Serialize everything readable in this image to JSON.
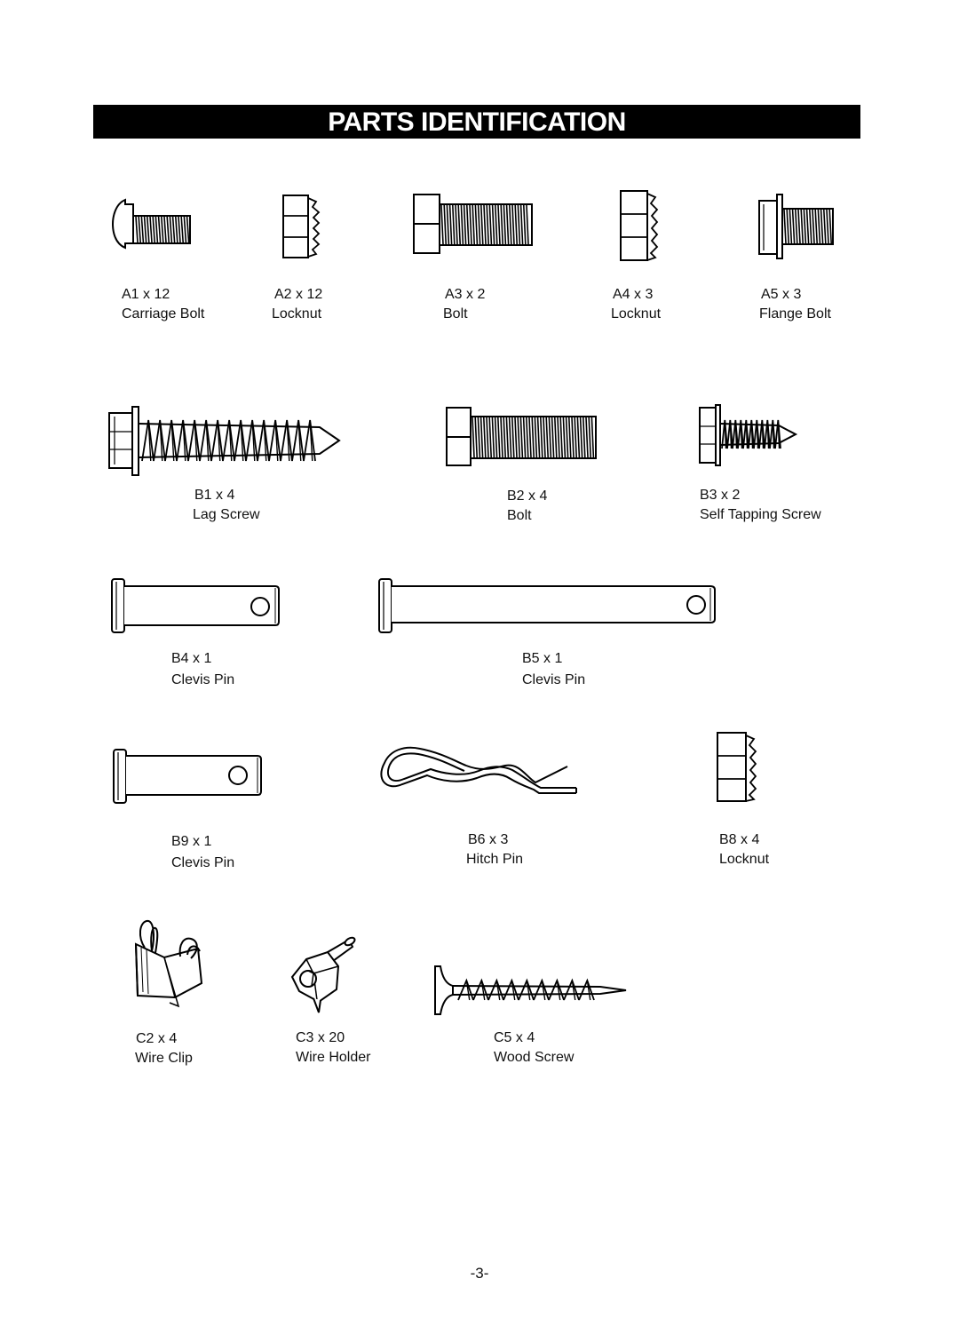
{
  "page": {
    "title": "PARTS IDENTIFICATION",
    "page_number": "-3-"
  },
  "parts": [
    {
      "qty": "A1 x 12",
      "name": "Carriage Bolt",
      "icon": "carriage-bolt-icon"
    },
    {
      "qty": "A2 x 12",
      "name": "Locknut",
      "icon": "locknut-icon"
    },
    {
      "qty": "A3 x 2",
      "name": "Bolt",
      "icon": "bolt-icon"
    },
    {
      "qty": "A4 x 3",
      "name": "Locknut",
      "icon": "locknut-icon"
    },
    {
      "qty": "A5 x 3",
      "name": "Flange Bolt",
      "icon": "flange-bolt-icon"
    },
    {
      "qty": "B1 x 4",
      "name": "Lag Screw",
      "icon": "lag-screw-icon"
    },
    {
      "qty": "B2 x 4",
      "name": "Bolt",
      "icon": "bolt-icon"
    },
    {
      "qty": "B3 x 2",
      "name": "Self Tapping Screw",
      "icon": "self-tapping-screw-icon"
    },
    {
      "qty": "B4 x 1",
      "name": "Clevis Pin",
      "icon": "clevis-pin-icon"
    },
    {
      "qty": "B5 x 1",
      "name": "Clevis Pin",
      "icon": "clevis-pin-icon"
    },
    {
      "qty": "B9 x 1",
      "name": "Clevis Pin",
      "icon": "clevis-pin-icon"
    },
    {
      "qty": "B6 x 3",
      "name": "Hitch Pin",
      "icon": "hitch-pin-icon"
    },
    {
      "qty": "B8 x 4",
      "name": "Locknut",
      "icon": "locknut-icon"
    },
    {
      "qty": "C2 x 4",
      "name": "Wire Clip",
      "icon": "wire-clip-icon"
    },
    {
      "qty": "C3 x 20",
      "name": "Wire Holder",
      "icon": "wire-holder-icon"
    },
    {
      "qty": "C5 x 4",
      "name": "Wood Screw",
      "icon": "wood-screw-icon"
    }
  ]
}
